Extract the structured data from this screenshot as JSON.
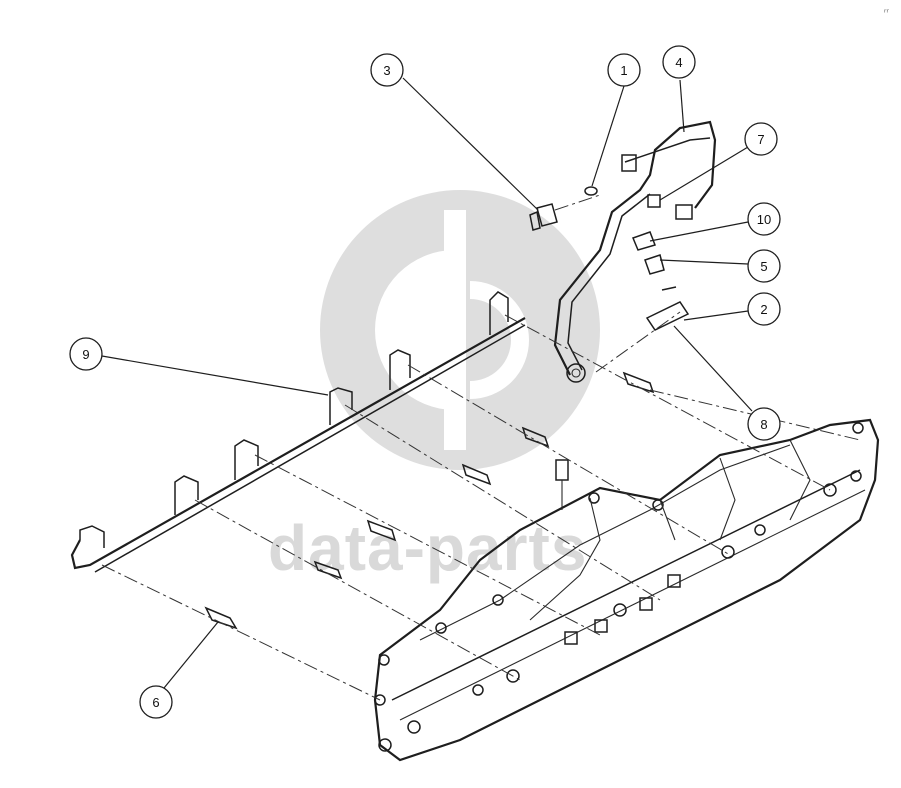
{
  "diagram": {
    "callouts": [
      {
        "id": "1",
        "label": "1"
      },
      {
        "id": "2",
        "label": "2"
      },
      {
        "id": "3",
        "label": "3"
      },
      {
        "id": "4",
        "label": "4"
      },
      {
        "id": "5",
        "label": "5"
      },
      {
        "id": "6",
        "label": "6"
      },
      {
        "id": "7",
        "label": "7"
      },
      {
        "id": "8",
        "label": "8"
      },
      {
        "id": "9",
        "label": "9"
      },
      {
        "id": "10",
        "label": "10"
      }
    ]
  },
  "watermark": {
    "text": "data-parts",
    "color": "#d9d9d9"
  },
  "corner_mark": "ʳʳ"
}
